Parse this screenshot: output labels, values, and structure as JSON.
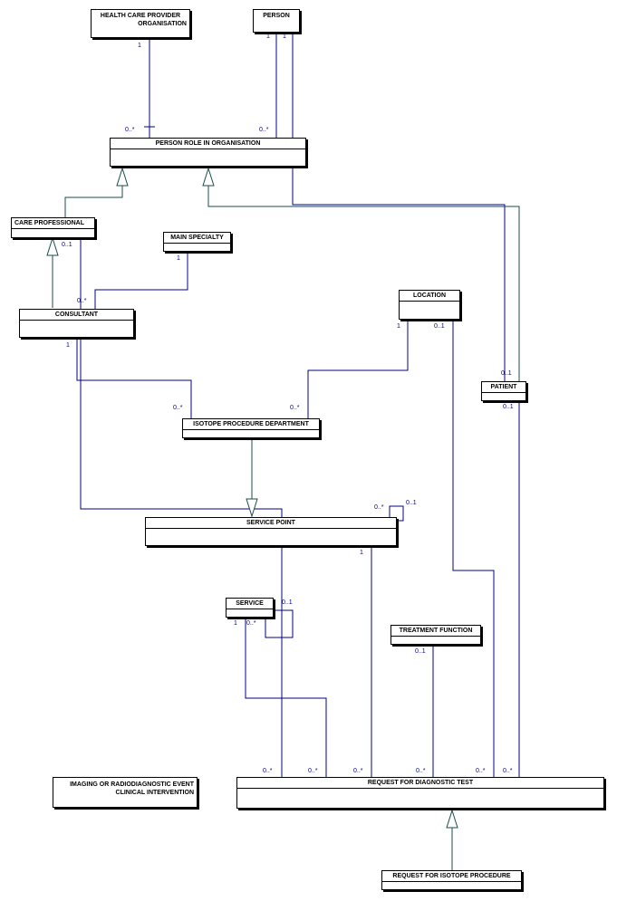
{
  "entities": {
    "hcpo": {
      "line1": "HEALTH CARE PROVIDER",
      "line2": "ORGANISATION"
    },
    "person": "PERSON",
    "person_role": "PERSON ROLE IN ORGANISATION",
    "care_professional": "CARE PROFESSIONAL",
    "main_specialty": "MAIN SPECIALTY",
    "consultant": "CONSULTANT",
    "location": "LOCATION",
    "patient": "PATIENT",
    "isotope_dept": "ISOTOPE PROCEDURE DEPARTMENT",
    "service_point": "SERVICE POINT",
    "service": "SERVICE",
    "treatment_function": "TREATMENT FUNCTION",
    "imaging_note": {
      "line1": "IMAGING OR RADIODIAGNOSTIC EVENT",
      "line2": "CLINICAL INTERVENTION"
    },
    "request_diag": "REQUEST FOR DIAGNOSTIC TEST",
    "request_isotope": "REQUEST FOR ISOTOPE PROCEDURE"
  },
  "multiplicities": {
    "hcpo_1": "1",
    "role_hcpo_0n": "0..*",
    "person_1a": "1",
    "person_1b": "1",
    "role_person_0n": "0..*",
    "cp_01": "0..1",
    "ms_1": "1",
    "cons_0n": "0..*",
    "cons_1": "1",
    "loc_1": "1",
    "loc_01": "0..1",
    "patient_01a": "0..1",
    "patient_01b": "0..1",
    "dept_0n_a": "0..*",
    "dept_0n_b": "0..*",
    "sp_0n": "0..*",
    "sp_01": "0..1",
    "sp_1": "1",
    "svc_01": "0..1",
    "svc_1": "1",
    "svc_0n": "0..*",
    "tf_01": "0..1",
    "rd_0n_1": "0..*",
    "rd_0n_2": "0..*",
    "rd_0n_3": "0..*",
    "rd_0n_4": "0..*",
    "rd_0n_5": "0..*",
    "rd_0n_6": "0..*"
  },
  "colors": {
    "line": "#00008b",
    "generalization": "#1c4b4b",
    "box": "#000000"
  }
}
